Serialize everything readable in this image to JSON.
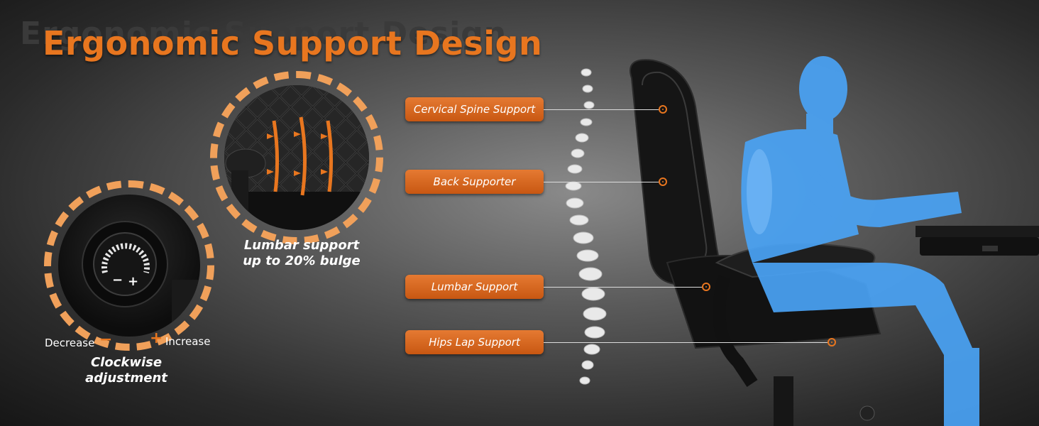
{
  "banner": {
    "title": "Ergonomic Support Design",
    "title_shadow": "Ergonomic Support Design",
    "accent_color": "#e8761f"
  },
  "lumbar_detail": {
    "caption_line1": "Lumbar support",
    "caption_line2": "up to 20% bulge"
  },
  "knob_detail": {
    "decrease_label": "Decrease",
    "decrease_sign": "−",
    "increase_sign": "+",
    "increase_label": "Increase",
    "caption_line1": "Clockwise",
    "caption_line2": "adjustment"
  },
  "callouts": [
    {
      "label": "Cervical Spine Support"
    },
    {
      "label": "Back Supporter"
    },
    {
      "label": "Lumbar Support"
    },
    {
      "label": "Hips Lap Support"
    }
  ],
  "figure": {
    "body_color": "#4aa3f5"
  }
}
